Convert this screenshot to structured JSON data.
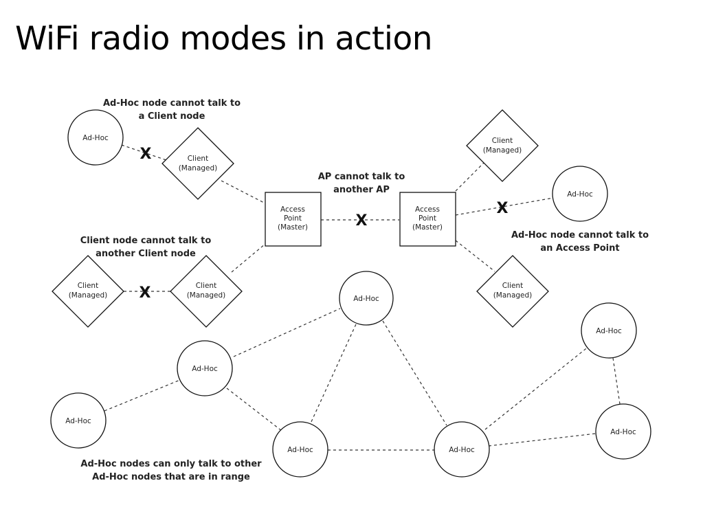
{
  "title": "WiFi radio modes in action",
  "labels": {
    "adhoc": "Ad-Hoc",
    "client_line1": "Client",
    "client_line2": "(Managed)",
    "ap_line1": "Access",
    "ap_line2": "Point",
    "ap_line3": "(Master)",
    "x": "X"
  },
  "notes": {
    "adhoc_client": [
      "Ad-Hoc node cannot talk to",
      "a Client node"
    ],
    "ap_ap": [
      "AP cannot talk to",
      "another AP"
    ],
    "client_client": [
      "Client node cannot talk to",
      "another Client node"
    ],
    "adhoc_ap": [
      "Ad-Hoc node cannot talk to",
      "an Access Point"
    ],
    "adhoc_range": [
      "Ad-Hoc nodes can only talk to other",
      "Ad-Hoc nodes that are in range"
    ]
  }
}
